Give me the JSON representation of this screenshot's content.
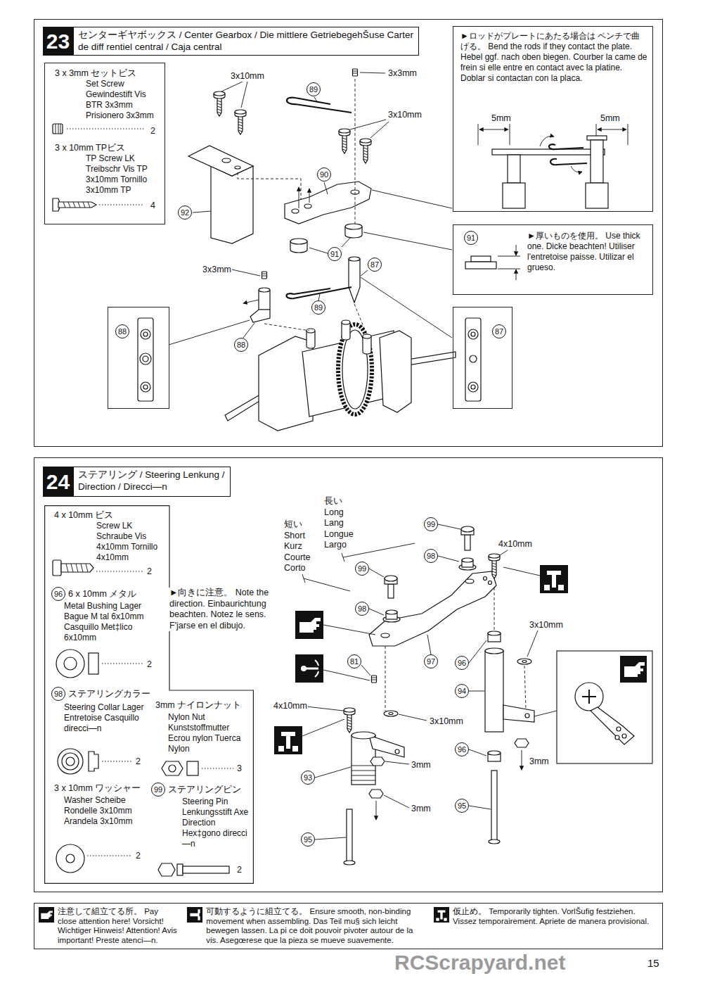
{
  "diagram": {
    "nodes": [
      {
        "text": [
          "23",
          "センターギヤボックス / Center Gearbox / Die mittlere GetriebegehŠuse Carter de diff rentiel central / Caja central"
        ]
      },
      {
        "text": [
          "3 x 3mm セットビス",
          "Set Screw Gewindestift Vis BTR 3x3mm Prisionero 3x3mm",
          "2",
          "3 x 10mm TPビス",
          "TP Screw LK Treibschr Vis TP 3x10mm Tornillo 3x10mm TP",
          "4"
        ],
        "in": 0
      },
      {
        "text": [
          "►ロッドがプレートにあたる場合は ペンチで曲げる。 Bend the rods if they contact the plate. Hebel ggf. nach oben biegen. Courber la came de frein si elle entre en contact avec la platine. Doblar si contactan con la placa."
        ],
        "in": 0
      },
      {
        "text": [
          "91",
          "►厚いものを使用。 Use thick one. Dicke beachten! Utiliser l'entretoise paisse. Utilizar el grueso."
        ],
        "in": 0
      },
      {
        "text": [
          "88"
        ],
        "in": 0
      },
      {
        "text": [
          "87"
        ],
        "in": 0
      },
      {
        "text": [
          "24",
          "ステアリング / Steering Lenkung / Direction / Direcci—n"
        ]
      },
      {
        "text": [
          "4 x 10mm ビス",
          "Screw LK Schraube Vis 4x10mm Tornillo 4x10mm",
          "2",
          "96",
          "6 x 10mm メタル",
          "Metal Bushing Lager Bague M tal 6x10mm Casquillo Met‡lico 6x10mm",
          "2",
          "98",
          "ステアリングカラー",
          "Steering Collar Lager Entretoise Casquillo direcci—n",
          "2",
          "3mm ナイロンナット",
          "Nylon Nut Kunststoffmutter Ecrou nylon Tuerca Nylon",
          "3",
          "3 x 10mm ワッシャー",
          "Washer Scheibe Rondelle 3x10mm Arandela 3x10mm",
          "2",
          "99",
          "ステアリングピン",
          "Steering Pin Lenkungsstift Axe Direction Hex‡gono direcci—n",
          "2"
        ],
        "in": 6
      }
    ],
    "labels": [
      "3x10mm",
      "3x3mm",
      "89",
      "3x10mm",
      "5mm",
      "5mm",
      "90",
      "92",
      "91",
      "3x3mm",
      "87",
      "89",
      "88",
      "長い Long Lang Longue Largo",
      "短い Short Kurz Courte Corto",
      "99",
      "4x10mm",
      "98",
      "99",
      "►向きに注意。 Note the direction. Einbaurichtung beachten. Notez le sens. F'jarse en el dibujo.",
      "98",
      "3x10mm",
      "81",
      "97",
      "96",
      "94",
      "4x10mm",
      "3x10mm",
      "96",
      "3mm",
      "3mm",
      "93",
      "95",
      "3mm",
      "95",
      "RCScrapyard.net",
      "15"
    ],
    "legend": [
      {
        "text": "注意して組立てる所。 Pay close attention here! Vorsicht! Wichtiger Hinweis! Attention! Avis important! Preste atenci—n."
      },
      {
        "text": "可動するように組立てる。 Ensure smooth, non-binding movement when assembling. Das Teil mu§ sich leicht bewegen lassen. La pi ce doit pouvoir pivoter autour de la vis. Asegœrese que la pieza se mueve suavemente."
      },
      {
        "text": "仮止め。 Temporarily tighten. VorlŠufig festziehen. Vissez temporairement. Apriete de manera provisional."
      }
    ]
  }
}
